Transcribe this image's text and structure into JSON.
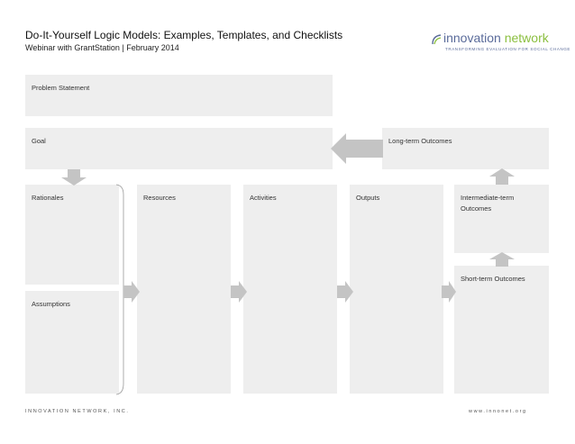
{
  "header": {
    "title": "Do-It-Yourself Logic Models: Examples, Templates, and Checklists",
    "subtitle": "Webinar with GrantStation | February 2014"
  },
  "logo": {
    "word1": "innovation",
    "word2": " network",
    "tagline": "TRANSFORMING EVALUATION FOR SOCIAL CHANGE",
    "colors": {
      "blue": "#5a6b9a",
      "green": "#8bbf3f"
    }
  },
  "boxes": {
    "problem_statement": "Problem Statement",
    "goal": "Goal",
    "long_term_outcomes": "Long-term Outcomes",
    "rationales": "Rationales",
    "assumptions": "Assumptions",
    "resources": "Resources",
    "activities": "Activities",
    "outputs": "Outputs",
    "intermediate_term_outcomes": "Intermediate-term Outcomes",
    "short_term_outcomes": "Short-term Outcomes"
  },
  "footer": {
    "left": "INNOVATION NETWORK, INC.",
    "right": "www.innonet.org"
  },
  "colors": {
    "box_fill": "#eeeeee",
    "arrow_fill": "#c4c4c4"
  }
}
